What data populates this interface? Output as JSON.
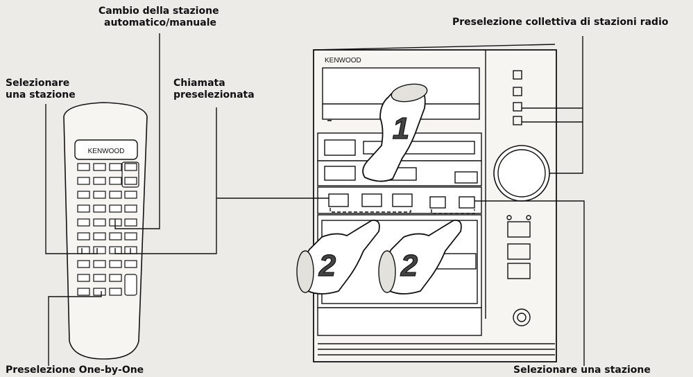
{
  "labels": {
    "auto_manual_line1": "Cambio della stazione",
    "auto_manual_line2": "automatico/manuale",
    "collective_preset": "Preselezione collettiva di stazioni radio",
    "select_station_left_line1": "Selezionare",
    "select_station_left_line2": "una stazione",
    "preset_call_line1": "Chiamata",
    "preset_call_line2": "preselezionata",
    "one_by_one": "Preselezione One-by-One",
    "select_station_right": "Selezionare una stazione"
  },
  "remote": {
    "brand": "KENWOOD"
  },
  "main_unit": {
    "brand": "KENWOOD"
  },
  "steps": {
    "step1": "1",
    "step2a": "2",
    "step2b": "2"
  }
}
